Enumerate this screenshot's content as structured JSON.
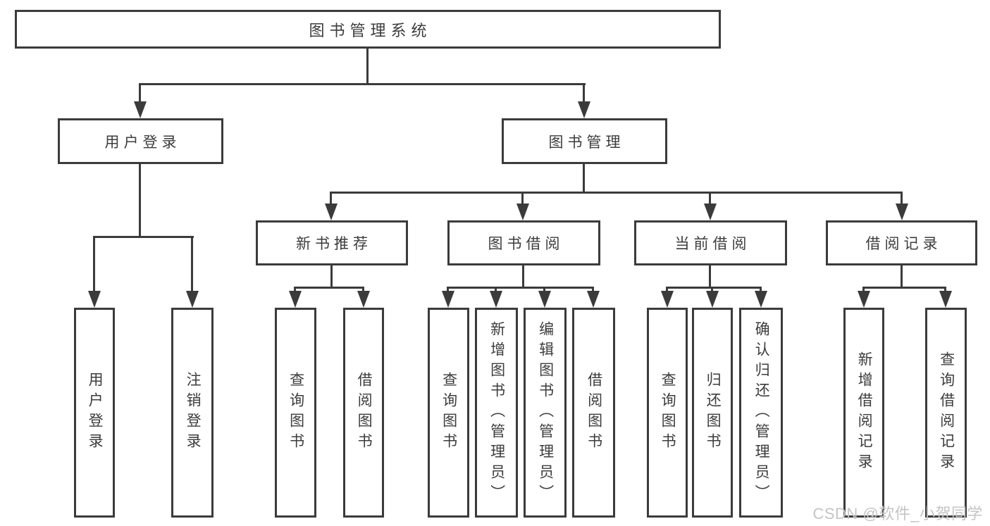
{
  "diagram": {
    "root": {
      "label": "图书管理系统"
    },
    "user": {
      "label": "用户登录",
      "children": [
        {
          "label": "用户登录"
        },
        {
          "label": "注销登录"
        }
      ]
    },
    "mgmt": {
      "label": "图书管理",
      "children": [
        {
          "label": "新书推荐",
          "children": [
            {
              "label": "查询图书"
            },
            {
              "label": "借阅图书"
            }
          ]
        },
        {
          "label": "图书借阅",
          "children": [
            {
              "label": "查询图书"
            },
            {
              "label": "新增图书（管理员）"
            },
            {
              "label": "编辑图书（管理员）"
            },
            {
              "label": "借阅图书"
            }
          ]
        },
        {
          "label": "当前借阅",
          "children": [
            {
              "label": "查询图书"
            },
            {
              "label": "归还图书"
            },
            {
              "label": "确认归还（管理员）"
            }
          ]
        },
        {
          "label": "借阅记录",
          "children": [
            {
              "label": "新增借阅记录"
            },
            {
              "label": "查询借阅记录"
            }
          ]
        }
      ]
    }
  },
  "watermark": {
    "text": "CSDN @软件_小贺同学"
  },
  "colors": {
    "line": "#3b3b3b",
    "text": "#3c3c3c",
    "box_fill": "#ffffff",
    "watermark": "#c4c4c4",
    "background": "#ffffff"
  }
}
